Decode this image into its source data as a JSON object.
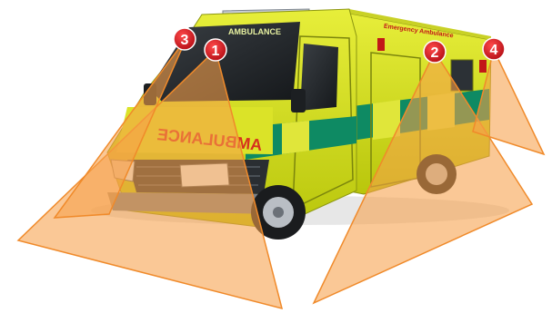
{
  "vehicle": {
    "front_lettering": "AMBULANCE",
    "side_lettering": "Emergency Ambulance",
    "windscreen_lettering": "AMBULANCE"
  },
  "camera_markers": [
    {
      "label": "1"
    },
    {
      "label": "2"
    },
    {
      "label": "3"
    },
    {
      "label": "4"
    }
  ],
  "colors": {
    "coverage_fill": "#f7a14a",
    "coverage_stroke": "#f08a2a",
    "marker_fill": "#d7141e",
    "vehicle_yellow": "#d9e21a",
    "battenburg_green": "#0e8a63"
  }
}
